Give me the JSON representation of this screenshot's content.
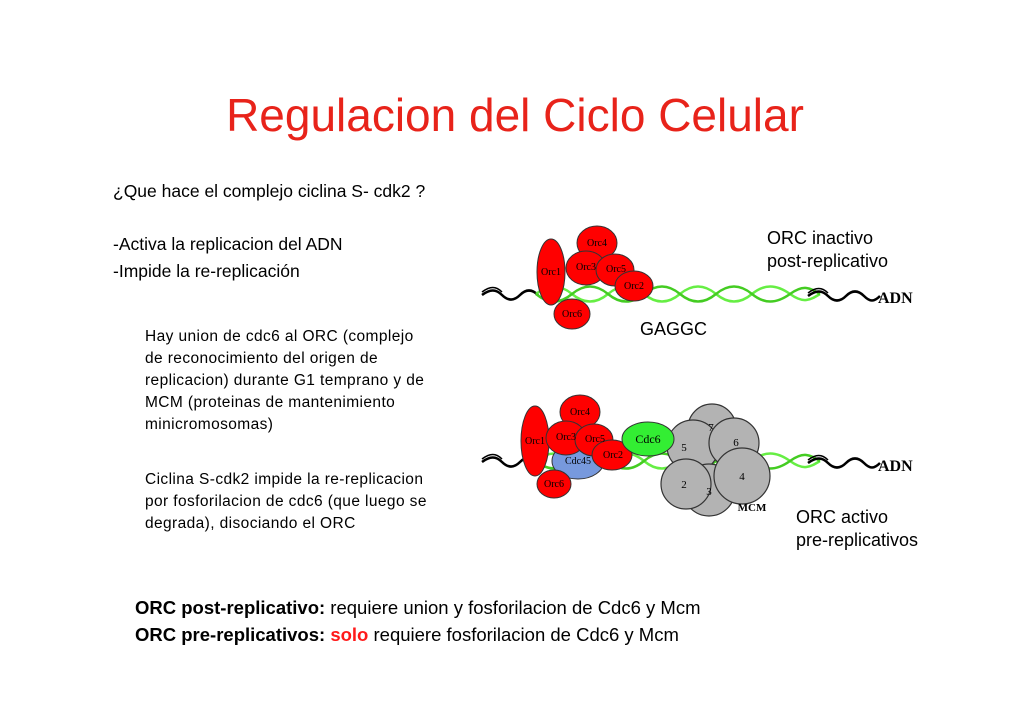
{
  "title": "Regulacion del Ciclo Celular",
  "question": "¿Que hace el complejo ciclina S- cdk2 ?",
  "functions": [
    "-Activa la replicacion del ADN",
    "-Impide la re-replicación"
  ],
  "paragraph1": [
    "Hay union de cdc6 al ORC (complejo",
    "de reconocimiento del origen de",
    "replicacion) durante G1 temprano y de",
    "MCM (proteinas de mantenimiento",
    "minicromosomas)"
  ],
  "paragraph2": [
    "Ciclina S-cdk2 impide la re-replicacion",
    "por fosforilacion de cdc6 (que luego se",
    "degrada), disociando el ORC"
  ],
  "diagram_top": {
    "label_lines": [
      "ORC inactivo",
      "post-replicativo"
    ],
    "dna_label": "ADN",
    "sequence_label": "GAGGC",
    "proteins": [
      "Orc4",
      "Orc1",
      "Orc3",
      "Orc5",
      "Orc2",
      "Orc6"
    ]
  },
  "diagram_bottom": {
    "label_lines": [
      "ORC activo",
      "pre-replicativos"
    ],
    "dna_label": "ADN",
    "mcm_label": "MCM",
    "proteins": [
      "Orc4",
      "Orc1",
      "Orc3",
      "Orc5",
      "Cdc45",
      "Orc2",
      "Orc6",
      "Cdc6"
    ],
    "mcm_subunits": [
      "7",
      "5",
      "6",
      "4",
      "2",
      "3"
    ]
  },
  "bottom": {
    "line1_bold": "ORC post-replicativo:",
    "line1_rest": " requiere union y fosforilacion de Cdc6 y Mcm",
    "line2_bold": "ORC pre-replicativos:",
    "line2_red": "solo",
    "line2_rest": " requiere fosforilacion de Cdc6 y Mcm"
  },
  "colors": {
    "title": "#e8231a",
    "orc": "#ff0000",
    "cdc6": "#33ee33",
    "cdc45": "#7799dd",
    "mcm": "#b3b3b3",
    "dna_green": "#66ee44",
    "solo": "#ff1a1a"
  }
}
